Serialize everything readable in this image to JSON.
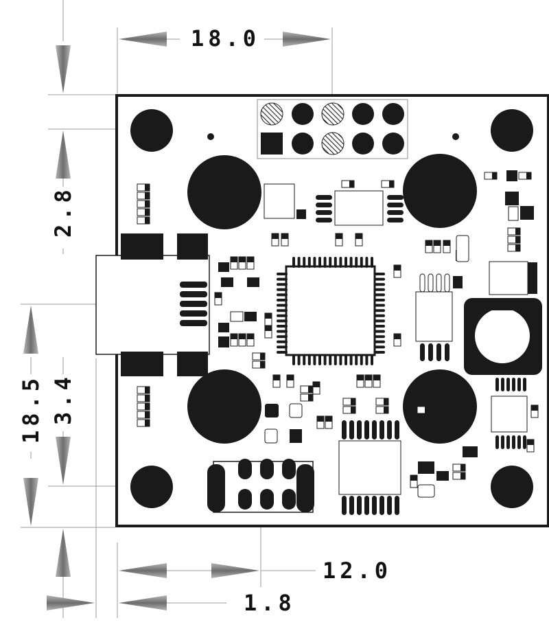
{
  "dimensions": {
    "board_width": "18.0",
    "header_offset": "2.8",
    "board_height": "18.5",
    "usb_offset": "3.4",
    "battery_offset": "12.0",
    "edge_offset": "1.8"
  },
  "colors": {
    "ink": "#1a1a1a",
    "arrow": "#8a8a8a",
    "line": "#9a9a9a"
  }
}
